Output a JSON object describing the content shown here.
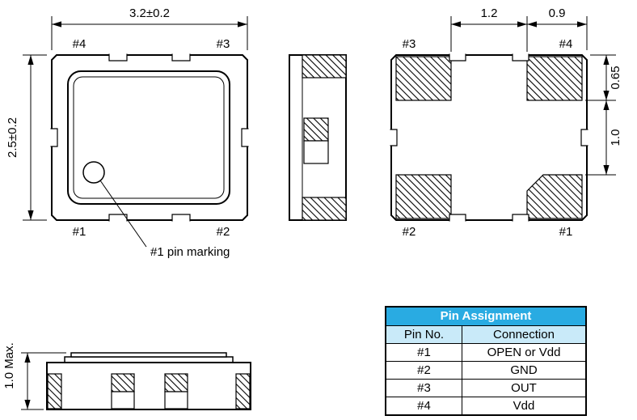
{
  "drawing": {
    "top_view": {
      "dim_width": "3.2±0.2",
      "dim_height": "2.5±0.2",
      "pin_tl": "#4",
      "pin_tr": "#3",
      "pin_bl": "#1",
      "pin_br": "#2",
      "callout": "#1 pin marking"
    },
    "bottom_view": {
      "dim_gap_h": "1.2",
      "dim_pad_w": "0.9",
      "dim_pad_h": "0.65",
      "dim_gap_v": "1.0",
      "pin_tl": "#3",
      "pin_tr": "#4",
      "pin_bl": "#2",
      "pin_br": "#1"
    },
    "front_view": {
      "dim_height": "1.0 Max."
    }
  },
  "table": {
    "title": "Pin Assignment",
    "columns": [
      "Pin No.",
      "Connection"
    ],
    "rows": [
      [
        "#1",
        "OPEN or Vdd"
      ],
      [
        "#2",
        "GND"
      ],
      [
        "#3",
        "OUT"
      ],
      [
        "#4",
        "Vdd"
      ]
    ],
    "colors": {
      "header_bg": "#29ABE2",
      "subheader_bg": "#C9EAF9"
    }
  }
}
